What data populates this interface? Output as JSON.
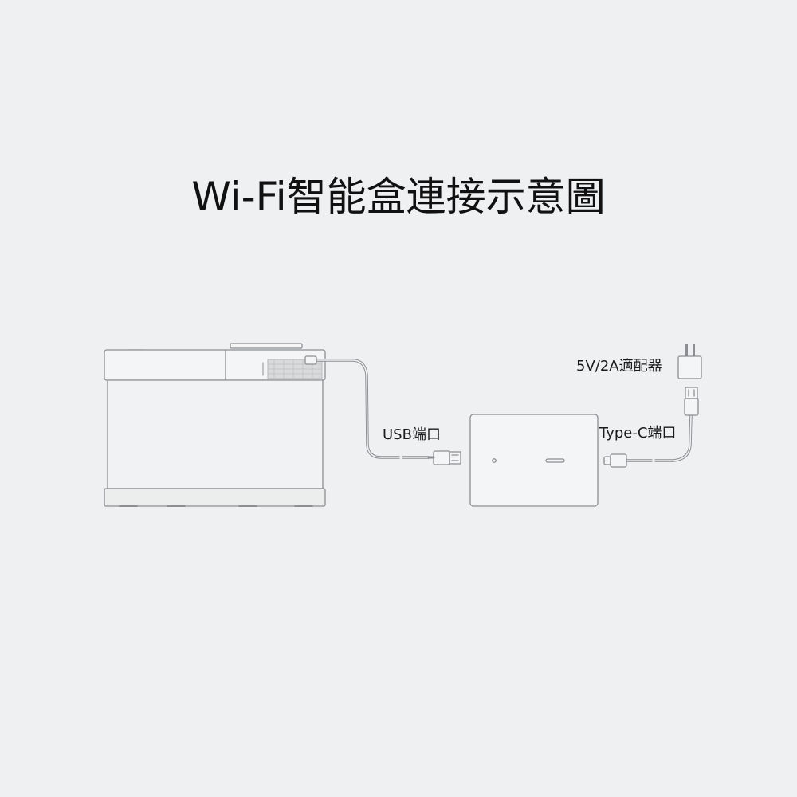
{
  "title": "Wi-Fi智能盒連接示意圖",
  "labels": {
    "usb_port": "USB端口",
    "typec_port": "Type-C端口",
    "adapter": "5V/2A適配器"
  },
  "colors": {
    "background": "#eff0f2",
    "line": "#8c8e92",
    "text": "#1a1a1a"
  }
}
